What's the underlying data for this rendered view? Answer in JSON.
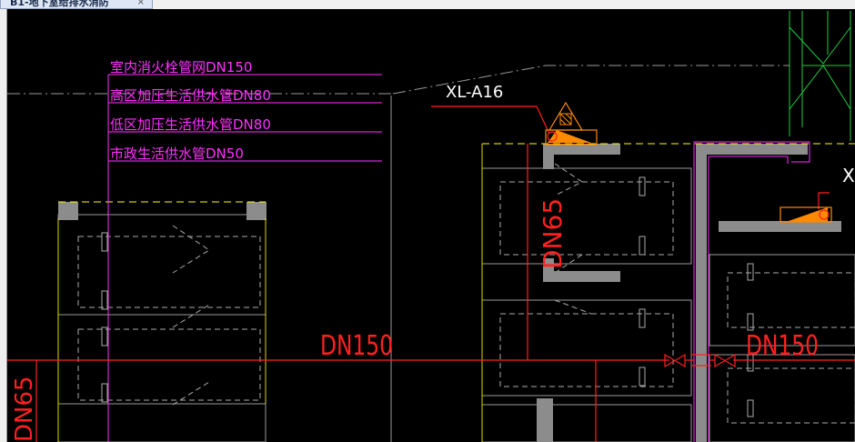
{
  "window": {
    "tab_title": "B1-地下室给排水消防",
    "close_glyph": "×"
  },
  "drawing": {
    "legend": [
      "室内消火栓管网DN150",
      "高区加压生活供水管DN80",
      "低区加压生活供水管DN80",
      "市政生活供水管DN50"
    ],
    "riser_label": "XL-A16",
    "riser_label_right": "X",
    "pipe_labels": {
      "main": "DN150",
      "right": "DN150",
      "vertical_mid": "DN65",
      "vertical_left": "DN65"
    }
  },
  "colors": {
    "background": "#000000",
    "pipe_red": "#ff2020",
    "leader_magenta": "#ff30ff",
    "wall_gray": "#909090",
    "hydrant_orange": "#ff8a00",
    "column_yellow": "#ffff00",
    "grid_green": "#22cc44"
  }
}
